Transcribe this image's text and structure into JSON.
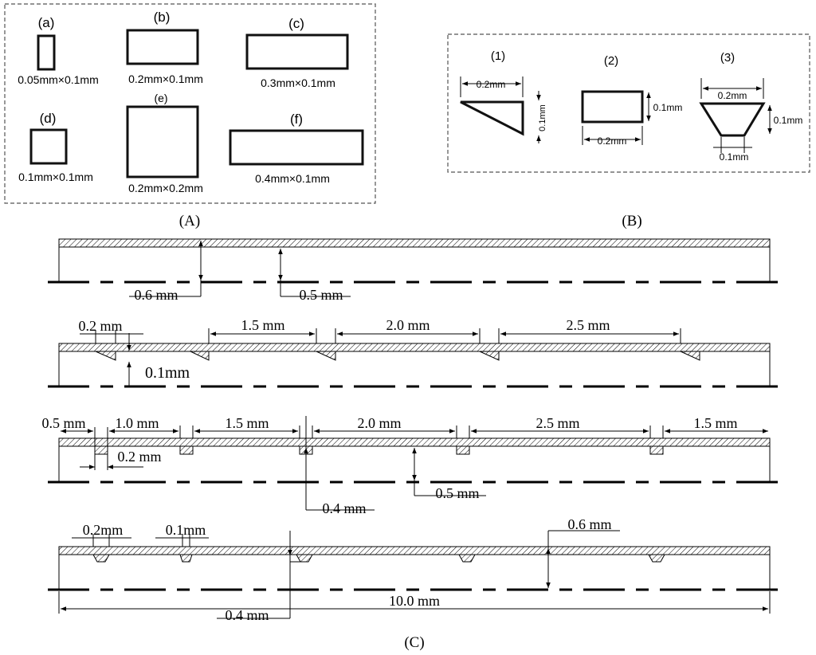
{
  "panelA": {
    "label": "(A)",
    "items": [
      {
        "letter": "(a)",
        "dims": "0.05mm×0.1mm"
      },
      {
        "letter": "(b)",
        "dims": "0.2mm×0.1mm"
      },
      {
        "letter": "(c)",
        "dims": "0.3mm×0.1mm"
      },
      {
        "letter": "(d)",
        "dims": "0.1mm×0.1mm"
      },
      {
        "letter": "(e)",
        "dims": "0.2mm×0.2mm"
      },
      {
        "letter": "(f)",
        "dims": "0.4mm×0.1mm"
      }
    ]
  },
  "panelB": {
    "label": "(B)",
    "shapes": [
      {
        "num": "(1)",
        "width": "0.2mm",
        "height": "0.1mm"
      },
      {
        "num": "(2)",
        "width": "0.2mm",
        "height": "0.1mm"
      },
      {
        "num": "(3)",
        "top": "0.2mm",
        "height": "0.1mm",
        "bottom": "0.1mm"
      }
    ]
  },
  "panelC": {
    "label": "(C)",
    "row1": {
      "outer": "0.6 mm",
      "inner": "0.5 mm"
    },
    "row2": {
      "width": "0.2 mm",
      "depth": "0.1mm",
      "spacings": [
        "1.5 mm",
        "2.0 mm",
        "2.5 mm"
      ]
    },
    "row3": {
      "start": "0.5 mm",
      "width": "0.2 mm",
      "offset": "0.4 mm",
      "radius": "0.5 mm",
      "spacings": [
        "1.0 mm",
        "1.5 mm",
        "2.0 mm",
        "2.5 mm",
        "1.5 mm"
      ]
    },
    "row4": {
      "top": "0.2mm",
      "bottom": "0.1mm",
      "radius": "0.6 mm",
      "offset": "0.4 mm",
      "length": "10.0 mm"
    }
  }
}
